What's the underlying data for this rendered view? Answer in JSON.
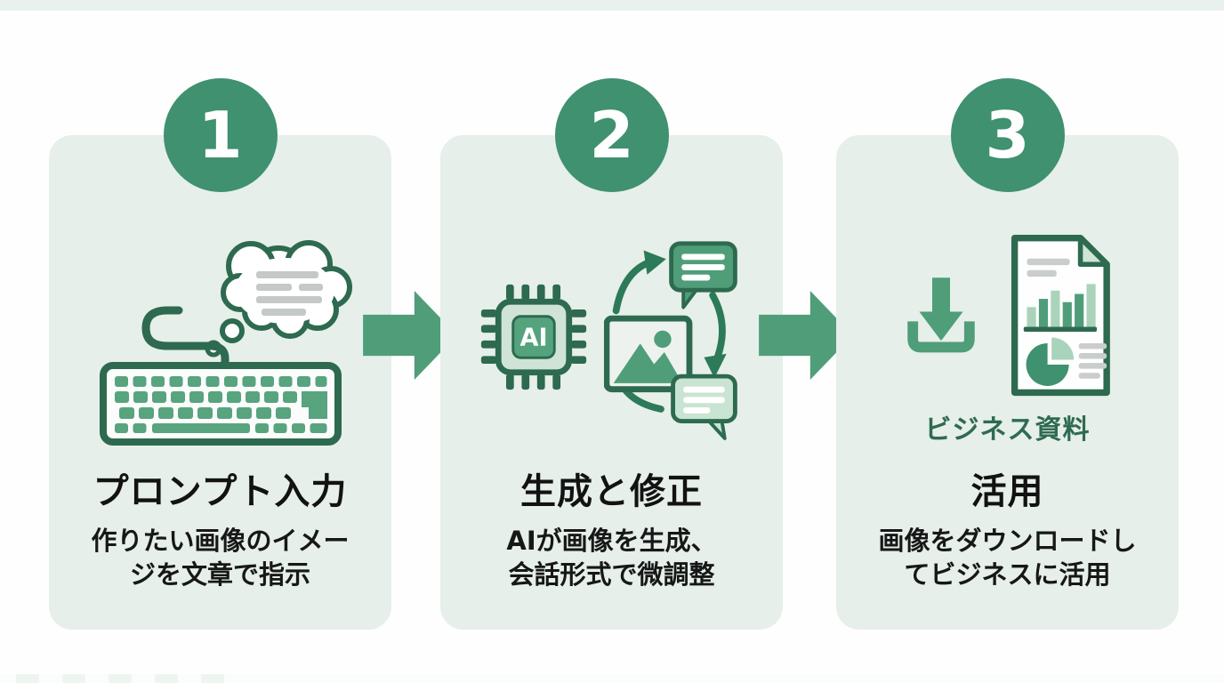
{
  "page": {
    "background": "#fefefe",
    "top_strip_color": "#e9f1ee"
  },
  "colors": {
    "card_background": "#e6efe9",
    "badge_green": "#3f9170",
    "accent_green": "#4f9e79",
    "outline_green": "#2d6a4f",
    "light_green_fill": "#cfe4d6",
    "pale_green_fill": "#c9e4d2",
    "caption_green": "#2f6b52",
    "text_black": "#121212",
    "gray_line": "#c9cdcb"
  },
  "steps": [
    {
      "number": "1",
      "title": "プロンプト入力",
      "description_line1": "作りたい画像のイメー",
      "description_line2": "ジを文章で指示",
      "icons": [
        "keyboard-icon",
        "thought-bubble-icon"
      ]
    },
    {
      "number": "2",
      "title": "生成と修正",
      "description_line1": "AIが画像を生成、",
      "description_line2": "会話形式で微調整",
      "chip_label": "AI",
      "icons": [
        "ai-chip-icon",
        "image-icon",
        "chat-bubble-dark-icon",
        "chat-bubble-light-icon",
        "cycle-arrows-icon"
      ]
    },
    {
      "number": "3",
      "title": "活用",
      "description_line1": "画像をダウンロードし",
      "description_line2": "てビジネスに活用",
      "icon_caption": "ビジネス資料",
      "icons": [
        "download-icon",
        "business-document-icon",
        "bar-chart-icon",
        "pie-chart-icon"
      ]
    }
  ],
  "flow": {
    "arrow_count": "2"
  }
}
